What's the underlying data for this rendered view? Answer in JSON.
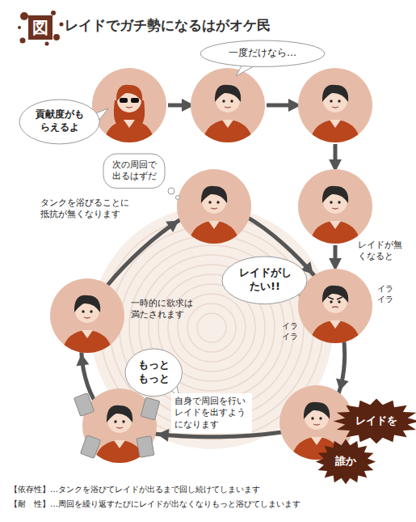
{
  "diagram": {
    "title": "レイドでガチ勢になるはがオケ民",
    "nodes": [
      {
        "text": [
          "図"
        ]
      },
      {
        "text": [
          "貢献度がもらえるよ"
        ]
      },
      {
        "text": [
          "一度だけなら…"
        ]
      },
      {
        "text": [
          "次の周回で出るはずだ"
        ]
      },
      {
        "text": [
          "レイドがしたい!!"
        ]
      },
      {
        "text": [
          "もっと もっと"
        ]
      },
      {
        "text": [
          "レイドを"
        ]
      },
      {
        "text": [
          "誰か"
        ]
      }
    ],
    "labels": [
      "タンクを浴びることに抵抗が無くなります",
      "レイドが無くなると",
      "イラ イラ",
      "イラ イラ",
      "一時的に欲求は満たされます",
      "自身で周回を行い レイドを出すようになります",
      "【依存性】…タンクを浴びてレイドが出るまで回し続けてしまいます",
      "【耐　性】…周回を繰り返すたびにレイドが出なくなりもっと浴びてしまいます"
    ]
  }
}
